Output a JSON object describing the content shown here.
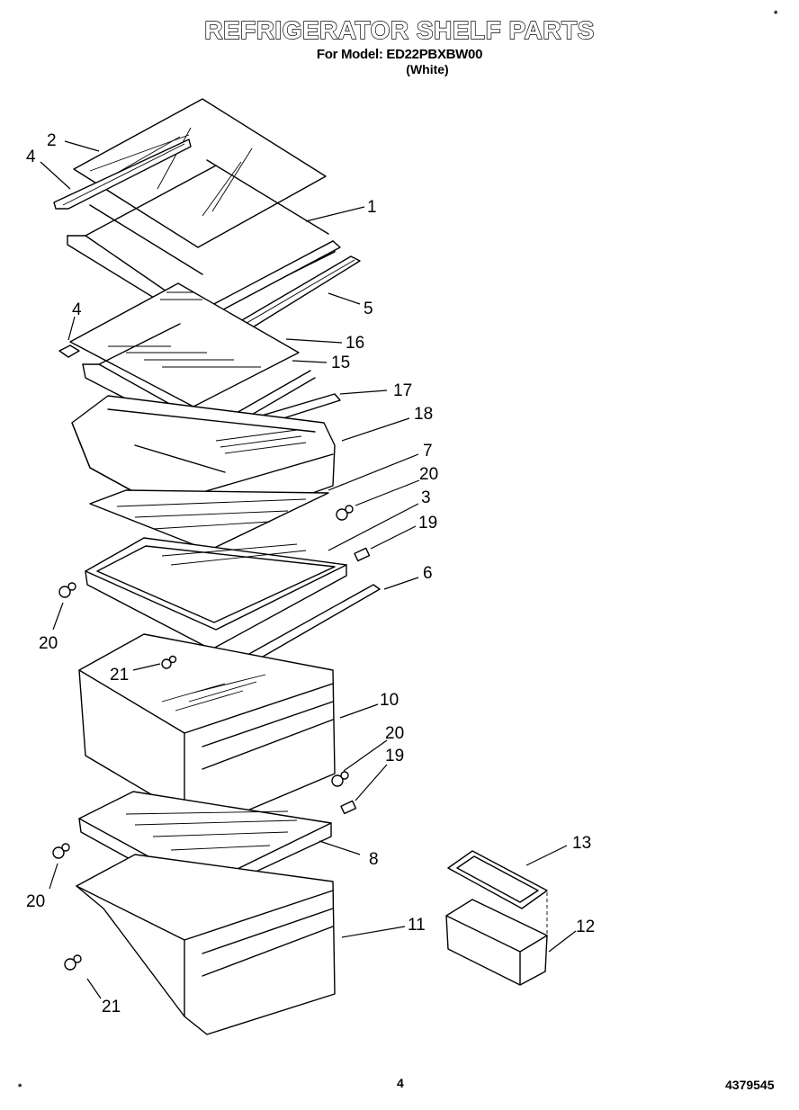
{
  "header": {
    "title": "REFRIGERATOR SHELF PARTS",
    "subtitle": "For Model: ED22PBXBW00",
    "variant": "(White)"
  },
  "footer": {
    "page_number": "4",
    "doc_number": "4379545"
  },
  "callouts": {
    "c1": "1",
    "c2": "2",
    "c3": "3",
    "c4a": "4",
    "c4b": "4",
    "c5": "5",
    "c6": "6",
    "c7": "7",
    "c8": "8",
    "c10": "10",
    "c11": "11",
    "c12": "12",
    "c13": "13",
    "c15": "15",
    "c16": "16",
    "c17": "17",
    "c18": "18",
    "c19a": "19",
    "c19b": "19",
    "c20a": "20",
    "c20b": "20",
    "c20c": "20",
    "c20d": "20",
    "c21a": "21",
    "c21b": "21"
  },
  "marks": {
    "corner_top": "*",
    "corner_bottom": "*"
  }
}
